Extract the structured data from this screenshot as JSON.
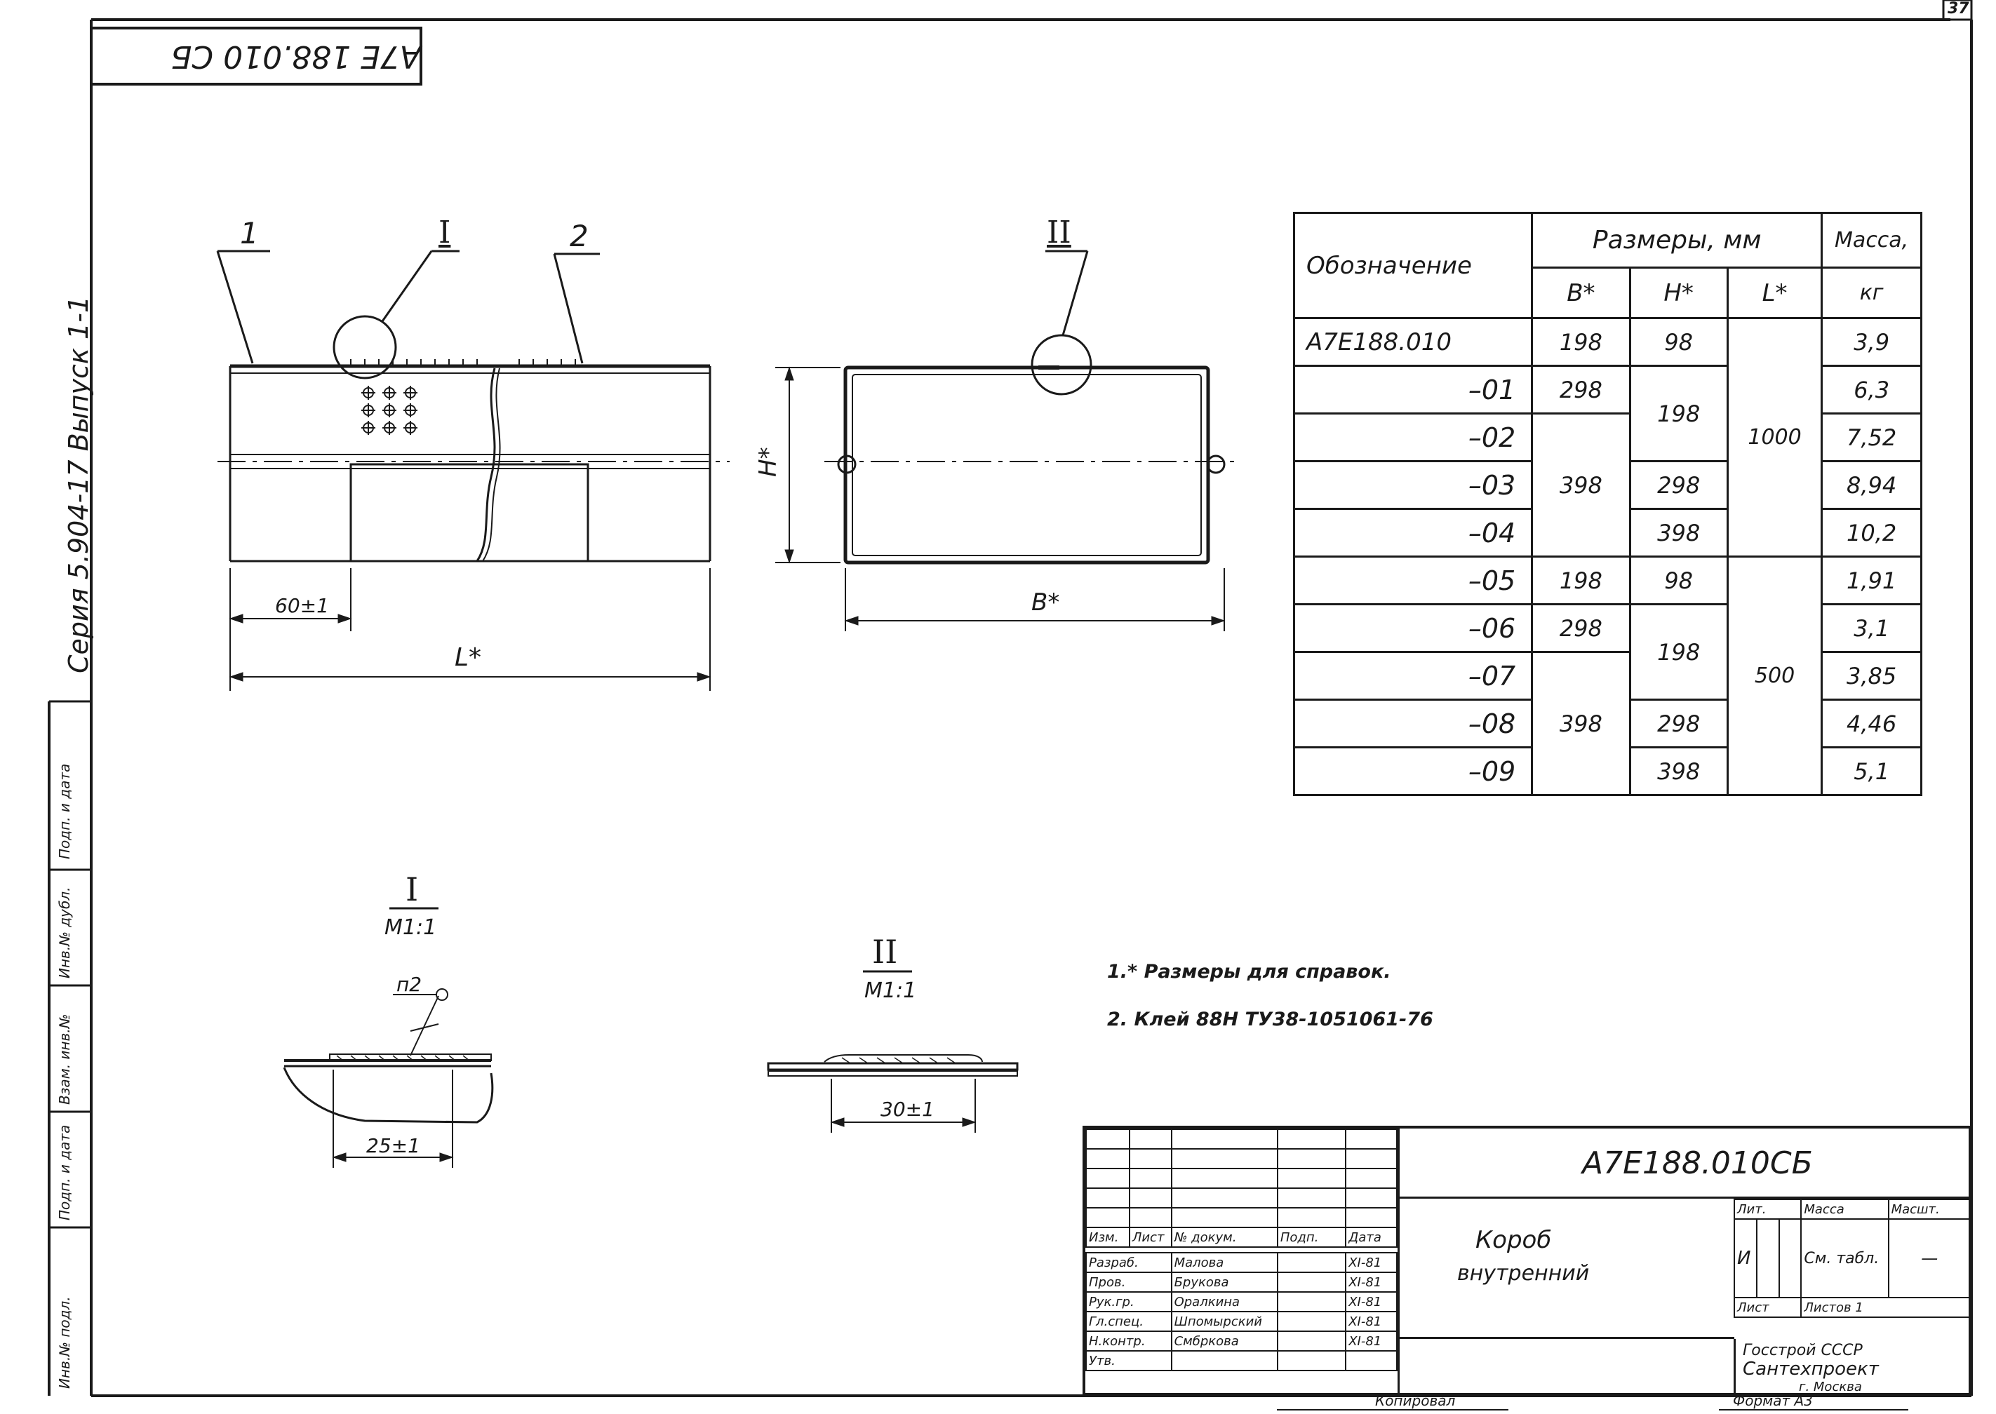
{
  "sheet_number": "37",
  "mirrored_code": "A7E 188.010 СБ",
  "series": "Серия 5.904-17 Выпуск 1-1",
  "left_strip": [
    "Подп. и дата",
    "Инв.№ дубл.",
    "Взам. инв.№",
    "Подп. и дата",
    "Инв.№ подл."
  ],
  "views": {
    "leader_1": "1",
    "leader_I": "I",
    "leader_2": "2",
    "leader_II": "II",
    "dim_60": "60±1",
    "dim_L": "L*",
    "dim_H": "H*",
    "dim_B": "B*"
  },
  "details": {
    "det1_roman": "I",
    "det1_scale": "M1:1",
    "det1_mark": "п2",
    "det1_dim": "25±1",
    "det2_roman": "II",
    "det2_scale": "M1:1",
    "det2_dim": "30±1"
  },
  "notes": [
    "1.* Размеры для справок.",
    "2. Клей 88Н ТУ38-1051061-76"
  ],
  "size_table": {
    "header_designation": "Обозначение",
    "header_sizes": "Размеры, мм",
    "header_mass": "Масса,",
    "sub_b": "B*",
    "sub_h": "H*",
    "sub_l": "L*",
    "sub_kg": "кг",
    "designations": [
      "A7E188.010",
      "–01",
      "–02",
      "–03",
      "–04",
      "–05",
      "–06",
      "–07",
      "–08",
      "–09"
    ],
    "b_values": [
      "198",
      "298",
      "398",
      "198",
      "298",
      "398"
    ],
    "h_values": [
      "98",
      "198",
      "298",
      "398",
      "98",
      "198",
      "298",
      "398"
    ],
    "l_values": [
      "1000",
      "500"
    ],
    "mass": [
      "3,9",
      "6,3",
      "7,52",
      "8,94",
      "10,2",
      "1,91",
      "3,1",
      "3,85",
      "4,46",
      "5,1"
    ]
  },
  "title_block": {
    "code": "A7E188.010СБ",
    "name_line1": "Короб",
    "name_line2": "внутренний",
    "col_headers": [
      "Изм.",
      "Лист",
      "№ докум.",
      "Подп.",
      "Дата"
    ],
    "rows": [
      [
        "Разраб.",
        "Малова",
        "",
        "XI-81"
      ],
      [
        "Пров.",
        "Брукова",
        "",
        "XI-81"
      ],
      [
        "Рук.гр.",
        "Оралкина",
        "",
        "XI-81"
      ],
      [
        "Гл.спец.",
        "Шпомырский",
        "",
        "XI-81"
      ],
      [
        "Н.контр.",
        "Смбркова",
        "",
        "XI-81"
      ],
      [
        "Утв.",
        "",
        "",
        ""
      ]
    ],
    "lit_label": "Лит.",
    "mass_label": "Масса",
    "scale_label": "Масшт.",
    "lit_value": "И",
    "mass_value": "См. табл.",
    "scale_value": "—",
    "sheet_label": "Лист",
    "sheets_label": "Листов 1",
    "org1": "Госстрой СССР",
    "org2": "Сантехпроект",
    "org3": "г. Москва"
  },
  "footer": {
    "copied": "Копировал",
    "format": "Формат А3"
  }
}
